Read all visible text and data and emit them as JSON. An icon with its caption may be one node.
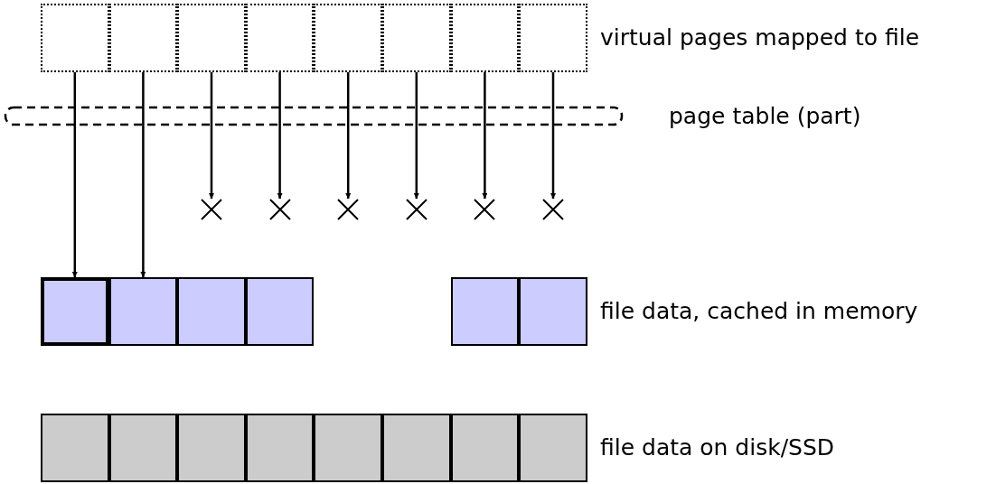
{
  "diagram": {
    "nodes": [
      {
        "text": [],
        "shape": "box"
      },
      {
        "text": [],
        "shape": "box"
      },
      {
        "text": [],
        "shape": "box"
      },
      {
        "text": [],
        "shape": "box"
      },
      {
        "text": [],
        "shape": "box"
      },
      {
        "text": [],
        "shape": "box"
      },
      {
        "text": [],
        "shape": "box"
      },
      {
        "text": [],
        "shape": "box"
      },
      {
        "text": [],
        "shape": "box"
      },
      {
        "text": [],
        "shape": "box"
      },
      {
        "text": [],
        "shape": "box"
      },
      {
        "text": [],
        "shape": "box"
      },
      {
        "text": [],
        "shape": "box"
      },
      {
        "text": [],
        "shape": "box"
      },
      {
        "text": [],
        "shape": "box"
      },
      {
        "text": [],
        "shape": "box"
      },
      {
        "text": [],
        "shape": "box"
      },
      {
        "text": [],
        "shape": "box"
      },
      {
        "text": [],
        "shape": "box"
      },
      {
        "text": [],
        "shape": "box"
      },
      {
        "text": [],
        "shape": "box"
      },
      {
        "text": [],
        "shape": "box"
      },
      {
        "text": [],
        "shape": "cross"
      },
      {
        "text": [],
        "shape": "cross"
      },
      {
        "text": [],
        "shape": "cross"
      },
      {
        "text": [],
        "shape": "cross"
      },
      {
        "text": [],
        "shape": "cross"
      },
      {
        "text": [],
        "shape": "cross"
      }
    ],
    "edges": [
      {
        "from": 0,
        "to": 8,
        "arrow": "to"
      },
      {
        "from": 1,
        "to": 9,
        "arrow": "to"
      },
      {
        "from": 2,
        "to": 22,
        "arrow": "to"
      },
      {
        "from": 3,
        "to": 23,
        "arrow": "to"
      },
      {
        "from": 4,
        "to": 24,
        "arrow": "to"
      },
      {
        "from": 5,
        "to": 25,
        "arrow": "to"
      },
      {
        "from": 6,
        "to": 26,
        "arrow": "to"
      },
      {
        "from": 7,
        "to": 27,
        "arrow": "to"
      }
    ],
    "labels": [
      "virtual pages mapped to file",
      "page table (part)",
      "file data, cached in memory",
      "file data on disk/SSD"
    ]
  }
}
